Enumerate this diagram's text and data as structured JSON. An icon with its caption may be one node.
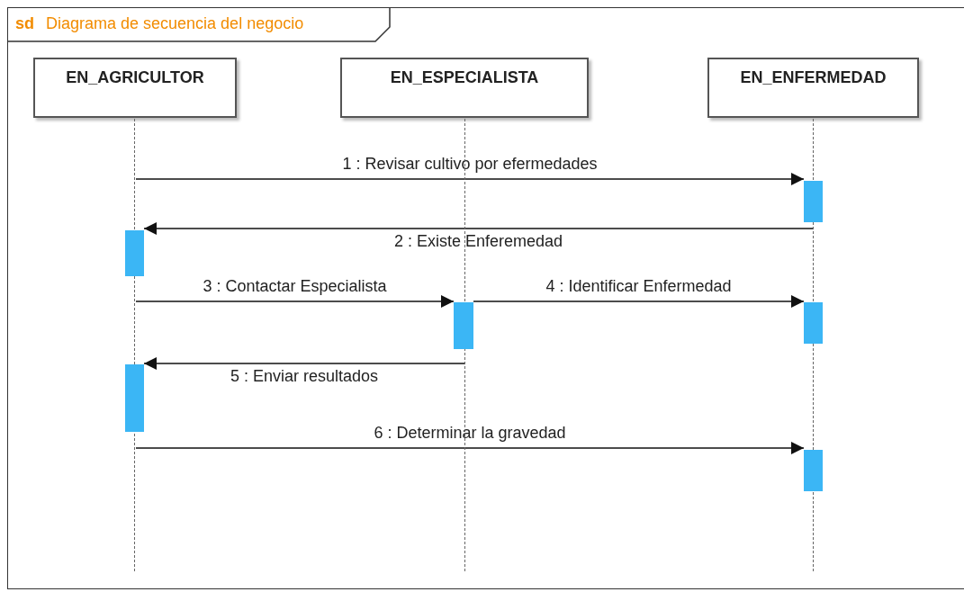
{
  "diagram": {
    "nodes": [
      {
        "text": [
          "sd",
          "Diagrama de secuencia del negocio"
        ]
      },
      {
        "text": [
          "EN_AGRICULTOR"
        ],
        "in": 0
      },
      {
        "text": [
          "EN_ESPECIALISTA"
        ],
        "in": 0
      },
      {
        "text": [
          "EN_ENFERMEDAD"
        ],
        "in": 0
      },
      {
        "text": [],
        "shape": "bar",
        "in": 0
      },
      {
        "text": [],
        "shape": "bar",
        "in": 0
      },
      {
        "text": [],
        "shape": "bar",
        "in": 0
      },
      {
        "text": [],
        "shape": "bar",
        "in": 0
      },
      {
        "text": [],
        "shape": "bar",
        "in": 0
      },
      {
        "text": [],
        "shape": "bar",
        "in": 0
      },
      {
        "text": [],
        "shape": "line",
        "in": 0
      },
      {
        "text": [],
        "shape": "line",
        "in": 0
      },
      {
        "text": [],
        "shape": "line",
        "in": 0
      }
    ],
    "edges": [
      {
        "from": 10,
        "to": 4,
        "arrow": "to",
        "label": "1 : Revisar cultivo por efermedades"
      },
      {
        "from": 12,
        "to": 5,
        "arrow": "to",
        "label": "2 : Existe Enferemedad"
      },
      {
        "from": 10,
        "to": 6,
        "arrow": "to",
        "label": "3 : Contactar Especialista"
      },
      {
        "from": 6,
        "to": 7,
        "arrow": "to",
        "label": "4 : Identificar Enfermedad"
      },
      {
        "from": 11,
        "to": 8,
        "arrow": "to",
        "label": "5 : Enviar resultados"
      },
      {
        "from": 10,
        "to": 9,
        "arrow": "to",
        "label": "6 : Determinar la gravedad"
      }
    ]
  }
}
